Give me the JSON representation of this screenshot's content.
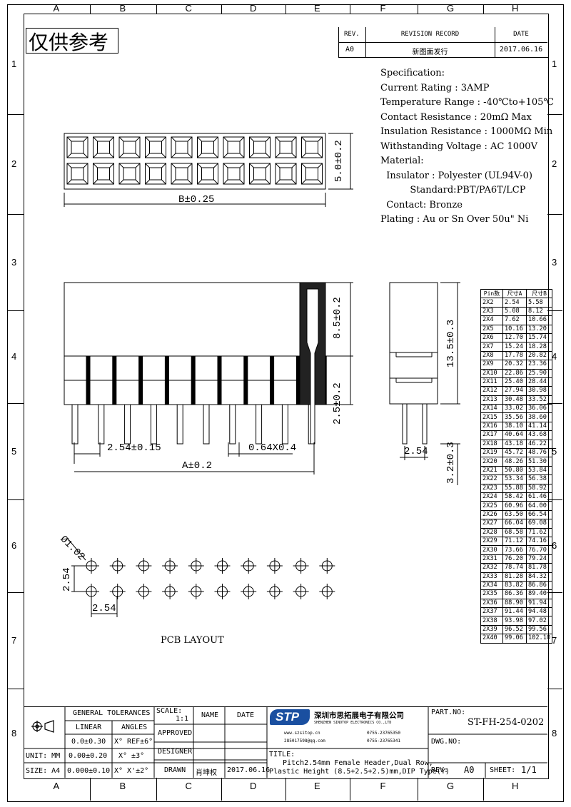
{
  "stamp": "仅供参考",
  "zones": {
    "columns": [
      "A",
      "B",
      "C",
      "D",
      "E",
      "F",
      "G",
      "H"
    ],
    "rows": [
      "1",
      "2",
      "3",
      "4",
      "5",
      "6",
      "7",
      "8"
    ]
  },
  "revision": {
    "headers": {
      "rev": "REV.",
      "record": "REVISION RECORD",
      "date": "DATE"
    },
    "rows": [
      {
        "rev": "A0",
        "record": "新图面发行",
        "date": "2017.06.16"
      }
    ]
  },
  "specification": [
    "Specification:",
    "Current Rating : 3AMP",
    "Temperature Range : -40℃to+105℃",
    "Contact Resistance : 20mΩ Max",
    "Insulation Resistance : 1000MΩ Min",
    "Withstanding Voltage : AC 1000V",
    "Material:",
    "  Insulator : Polyester (UL94V-0)",
    "          Standard:PBT/PA6T/LCP",
    "  Contact: Bronze",
    "Plating : Au or Sn Over 50u\" Ni"
  ],
  "dimensions": {
    "top_width": "B±0.25",
    "top_height": "5.0±0.2",
    "side_upper": "8.5±0.2",
    "side_lower": "2.5±0.2",
    "pitch": "2.54±0.15",
    "pin_size": "0.64X0.4",
    "length_a": "A±0.2",
    "end_total": "13.5±0.3",
    "end_pitch": "2.54",
    "end_tail": "3.2±0.3",
    "hole": "Ø1.02",
    "pcb_v": "2.54",
    "pcb_h": "2.54",
    "pcb_label": "PCB LAYOUT"
  },
  "pin_table": {
    "headers": [
      "Pin数",
      "尺寸A",
      "尺寸B"
    ],
    "rows": [
      [
        "2X2",
        "2.54",
        "5.58"
      ],
      [
        "2X3",
        "5.08",
        "8.12"
      ],
      [
        "2X4",
        "7.62",
        "10.66"
      ],
      [
        "2X5",
        "10.16",
        "13.20"
      ],
      [
        "2X6",
        "12.70",
        "15.74"
      ],
      [
        "2X7",
        "15.24",
        "18.28"
      ],
      [
        "2X8",
        "17.78",
        "20.82"
      ],
      [
        "2X9",
        "20.32",
        "23.36"
      ],
      [
        "2X10",
        "22.86",
        "25.90"
      ],
      [
        "2X11",
        "25.40",
        "28.44"
      ],
      [
        "2X12",
        "27.94",
        "30.98"
      ],
      [
        "2X13",
        "30.48",
        "33.52"
      ],
      [
        "2X14",
        "33.02",
        "36.06"
      ],
      [
        "2X15",
        "35.56",
        "38.60"
      ],
      [
        "2X16",
        "38.10",
        "41.14"
      ],
      [
        "2X17",
        "40.64",
        "43.68"
      ],
      [
        "2X18",
        "43.18",
        "46.22"
      ],
      [
        "2X19",
        "45.72",
        "48.76"
      ],
      [
        "2X20",
        "48.26",
        "51.30"
      ],
      [
        "2X21",
        "50.80",
        "53.84"
      ],
      [
        "2X22",
        "53.34",
        "56.38"
      ],
      [
        "2X23",
        "55.88",
        "58.92"
      ],
      [
        "2X24",
        "58.42",
        "61.46"
      ],
      [
        "2X25",
        "60.96",
        "64.00"
      ],
      [
        "2X26",
        "63.50",
        "66.54"
      ],
      [
        "2X27",
        "66.04",
        "69.08"
      ],
      [
        "2X28",
        "68.58",
        "71.62"
      ],
      [
        "2X29",
        "71.12",
        "74.16"
      ],
      [
        "2X30",
        "73.66",
        "76.70"
      ],
      [
        "2X31",
        "76.20",
        "79.24"
      ],
      [
        "2X32",
        "78.74",
        "81.78"
      ],
      [
        "2X33",
        "81.28",
        "84.32"
      ],
      [
        "2X34",
        "83.82",
        "86.86"
      ],
      [
        "2X35",
        "86.36",
        "89.40"
      ],
      [
        "2X36",
        "88.90",
        "91.94"
      ],
      [
        "2X37",
        "91.44",
        "94.48"
      ],
      [
        "2X38",
        "93.98",
        "97.02"
      ],
      [
        "2X39",
        "96.52",
        "99.56"
      ],
      [
        "2X40",
        "99.06",
        "102.10"
      ]
    ]
  },
  "title_block": {
    "tolerances_title": "GENERAL TOLERANCES",
    "linear": "LINEAR",
    "angles": "ANGLES",
    "lin1": "0.0±0.30",
    "ang1": "X° REF±6°",
    "unit_label": "UNIT: MM",
    "lin2": "0.00±0.20",
    "ang2": "X° ±3°",
    "size_label": "SIZE: A4",
    "lin3": "0.000±0.10",
    "ang3": "X° X'±2°",
    "scale_label": "SCALE:",
    "scale_value": "1:1",
    "name_label": "NAME",
    "date_label": "DATE",
    "approved": "APPROVED",
    "designer": "DESIGNER",
    "drawn": "DRAWN",
    "drawn_name": "肖坤权",
    "drawn_date": "2017.06.16",
    "company_cn": "深圳市思拓展电子有限公司",
    "company_en": "SHENZHEN SINOTOP ELECTRONICS CO.,LTD",
    "web": "www.szsitop.cn",
    "mail": "285017598@qq.com",
    "tel": "0755-23765350",
    "fax": "0755-23765341",
    "logo": "STP",
    "title_label": "TITLE:",
    "title_line1": "Pitch2.54mm Female Header,Dual Row,",
    "title_line2": "Plastic Height (8.5+2.5+2.5)mm,DIP Type(Y)",
    "part_no_label": "PART.NO:",
    "part_no": "ST-FH-254-0202",
    "dwg_label": "DWG.NO:",
    "rev_label": "REV:",
    "rev_value": "A0",
    "sheet_label": "SHEET:",
    "sheet_value": "1/1"
  }
}
